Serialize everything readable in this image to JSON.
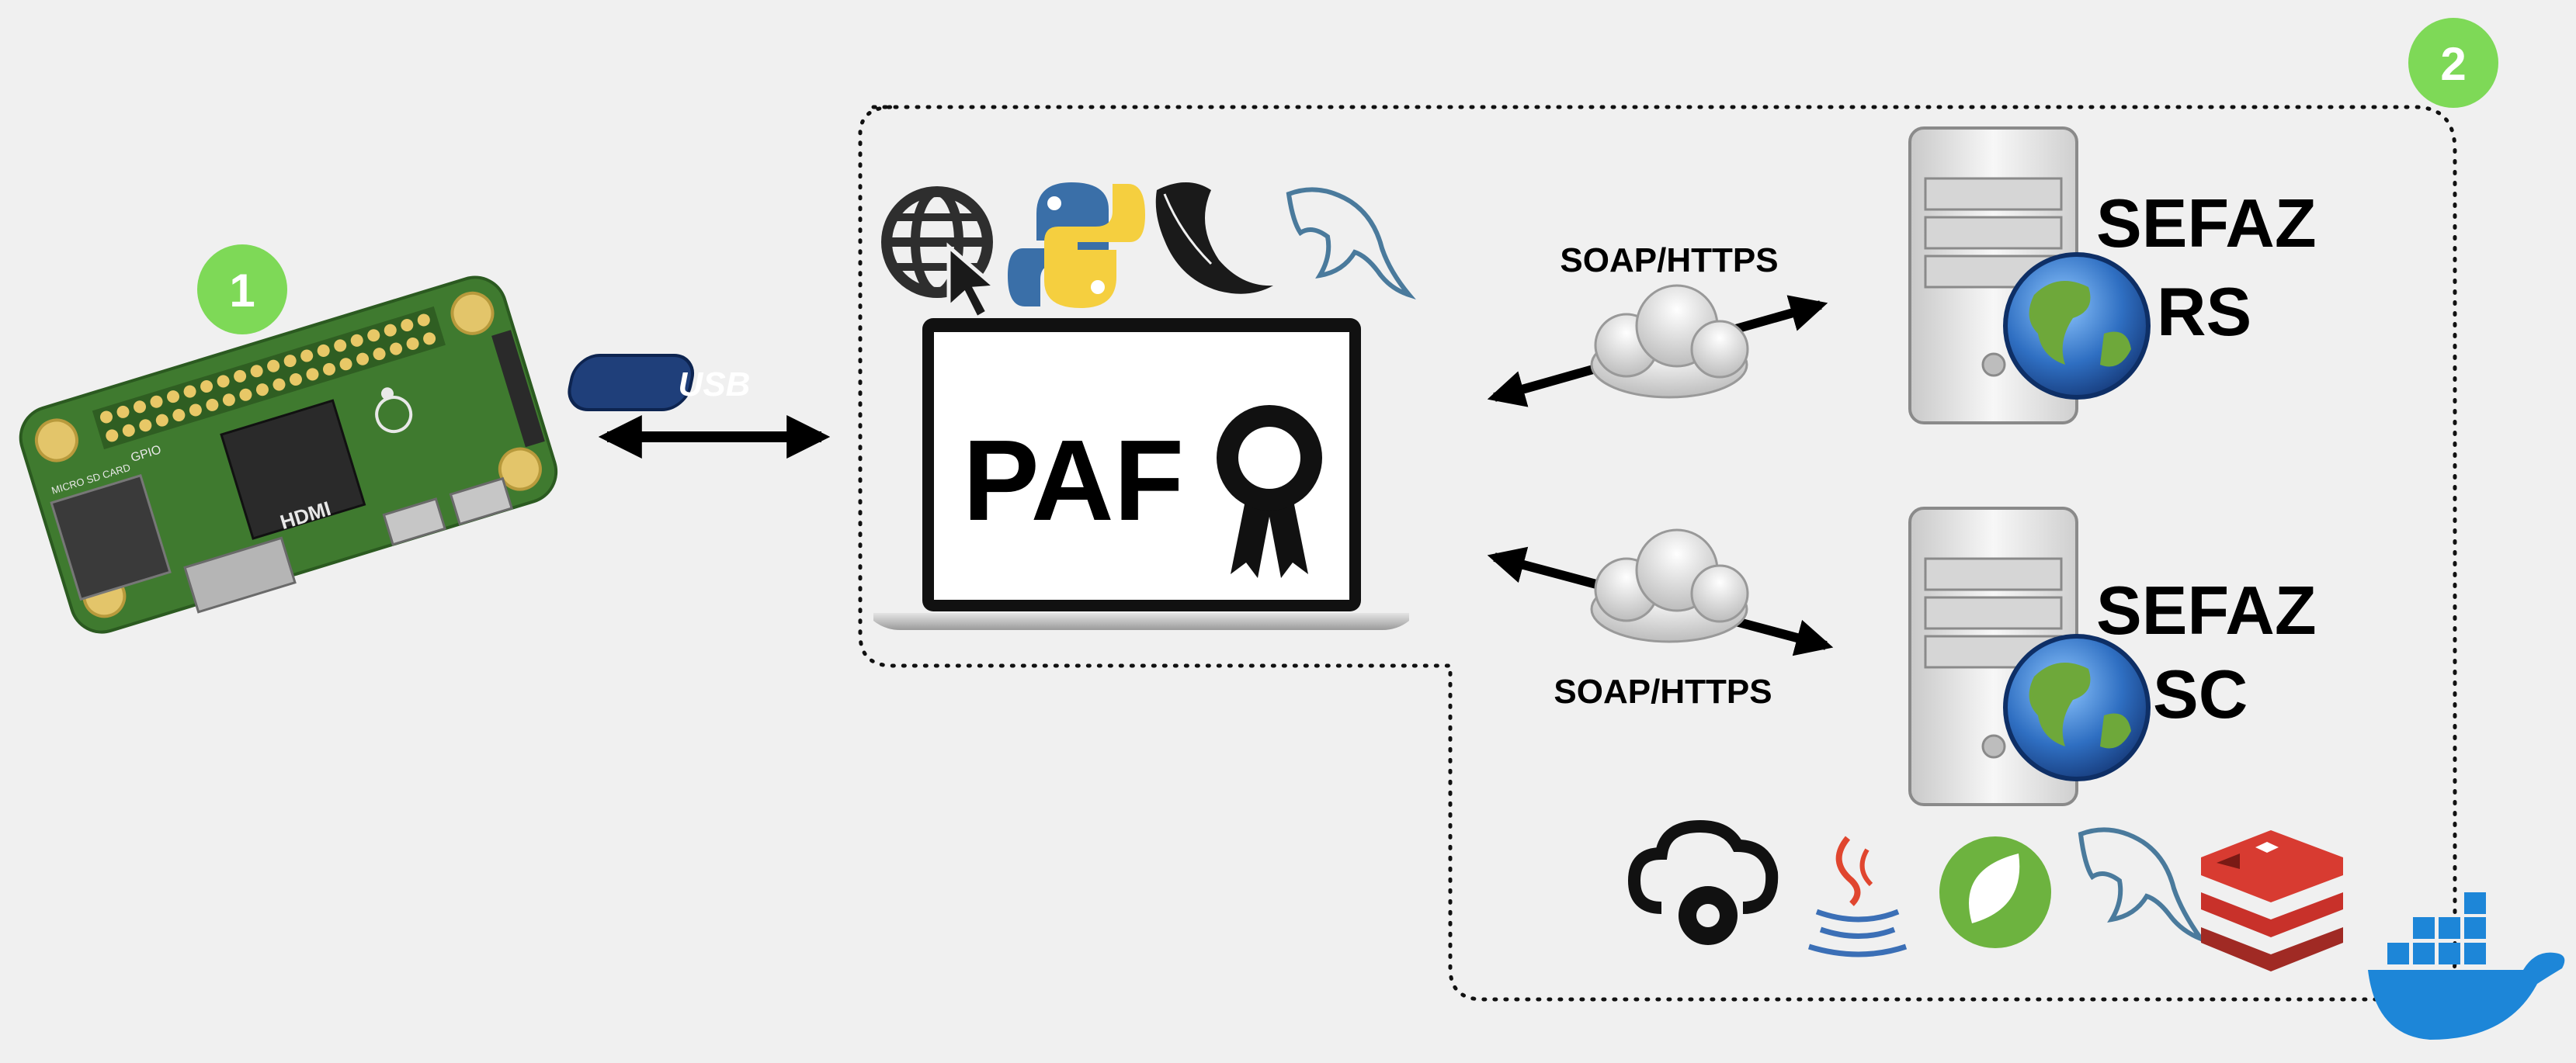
{
  "badges": {
    "one": "1",
    "two": "2"
  },
  "usb_label": "USB",
  "laptop_label": "PAF",
  "top_connection": {
    "protocol": "SOAP/HTTPS"
  },
  "bottom_connection": {
    "protocol": "SOAP/HTTPS"
  },
  "servers": [
    {
      "line1": "SEFAZ",
      "line2": "RS"
    },
    {
      "line1": "SEFAZ",
      "line2": "SC"
    }
  ],
  "board": {
    "silk_hdmi": "HDMI",
    "silk_gpio": "GPIO",
    "silk_sd": "MICRO SD CARD"
  },
  "colors": {
    "badge": "#7ed957",
    "board": "#3f7a2f",
    "usb_badge": "#1f3f7a",
    "python_blue": "#3a6fa8",
    "python_yellow": "#f5cf3f",
    "spring": "#6db33f",
    "redis": "#c8312a",
    "docker": "#1d86d8",
    "mysql": "#4a7a9c"
  },
  "icons": {
    "client_stack": [
      "web-globe-cursor-icon",
      "python-icon",
      "flask-horn-icon",
      "mysql-dolphin-icon"
    ],
    "server_stack": [
      "cloud-gear-icon",
      "java-icon",
      "spring-leaf-icon",
      "mysql-dolphin-icon",
      "redis-icon"
    ],
    "container": "docker-whale-icon",
    "certificate": "award-ribbon-icon"
  }
}
